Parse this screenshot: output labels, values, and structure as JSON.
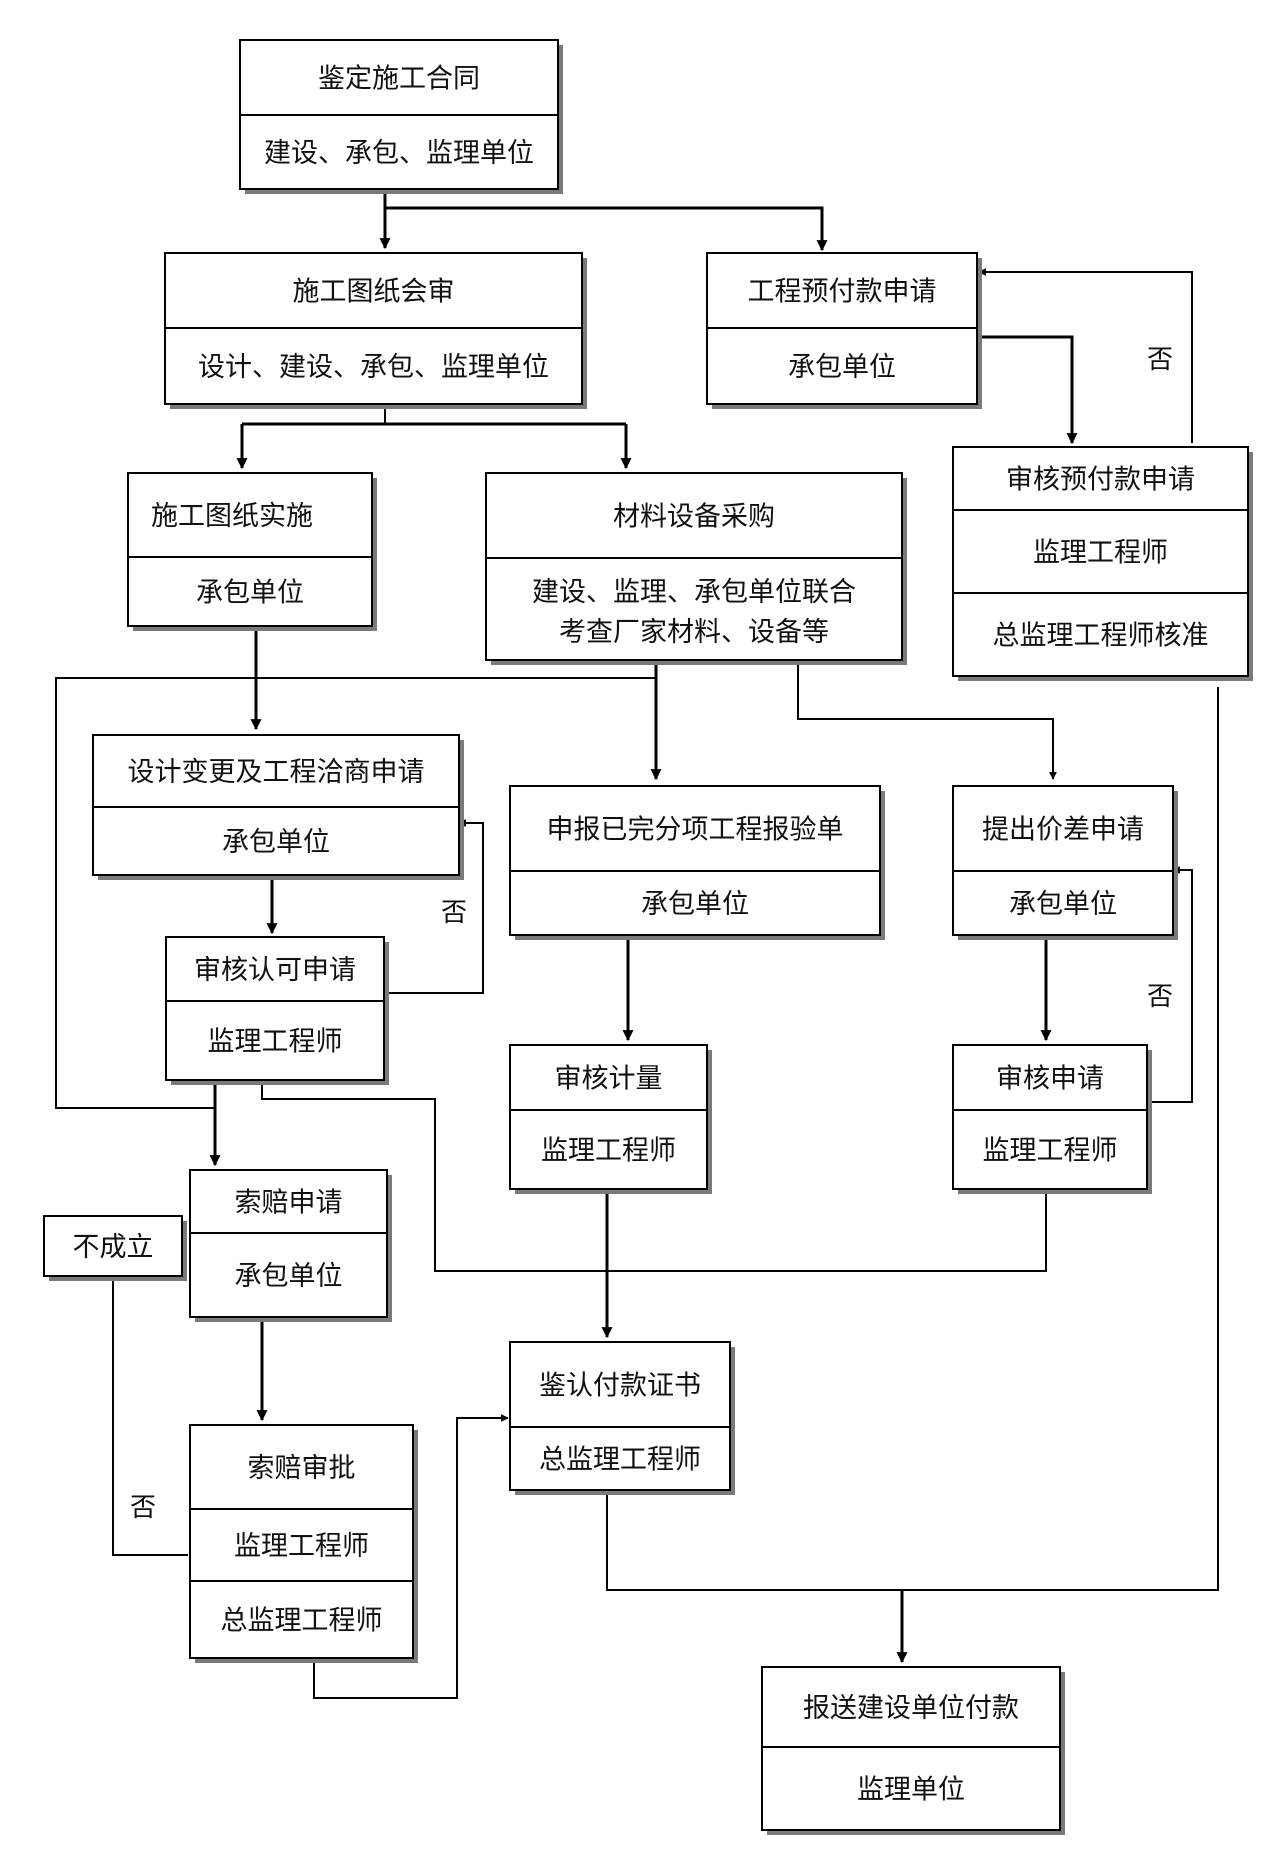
{
  "boxes": {
    "contract": [
      "鉴定施工合同",
      "建设、承包、监理单位"
    ],
    "drawing_review": [
      "施工图纸会审",
      "设计、建设、承包、监理单位"
    ],
    "prepay_apply": [
      "工程预付款申请",
      "承包单位"
    ],
    "prepay_review": [
      "审核预付款申请",
      "监理工程师",
      "总监理工程师核准"
    ],
    "drawing_impl": [
      "施工图纸实施",
      "承包单位"
    ],
    "material_purchase": [
      "材料设备采购",
      "建设、监理、承包单位联合",
      "考查厂家材料、设备等"
    ],
    "design_change": [
      "设计变更及工程洽商申请",
      "承包单位"
    ],
    "inspection_report": [
      "申报已完分项工程报验单",
      "承包单位"
    ],
    "price_diff": [
      "提出价差申请",
      "承包单位"
    ],
    "review_approval": [
      "审核认可申请",
      "监理工程师"
    ],
    "review_measure": [
      "审核计量",
      "监理工程师"
    ],
    "review_apply": [
      "审核申请",
      "监理工程师"
    ],
    "claim_apply": [
      "索赔申请",
      "承包单位"
    ],
    "not_valid": [
      "不成立"
    ],
    "claim_approve": [
      "索赔审批",
      "监理工程师",
      "总监理工程师"
    ],
    "payment_cert": [
      "鉴认付款证书",
      "总监理工程师"
    ],
    "report_payment": [
      "报送建设单位付款",
      "监理单位"
    ]
  },
  "no_labels": [
    "否",
    "否",
    "否",
    "否"
  ]
}
